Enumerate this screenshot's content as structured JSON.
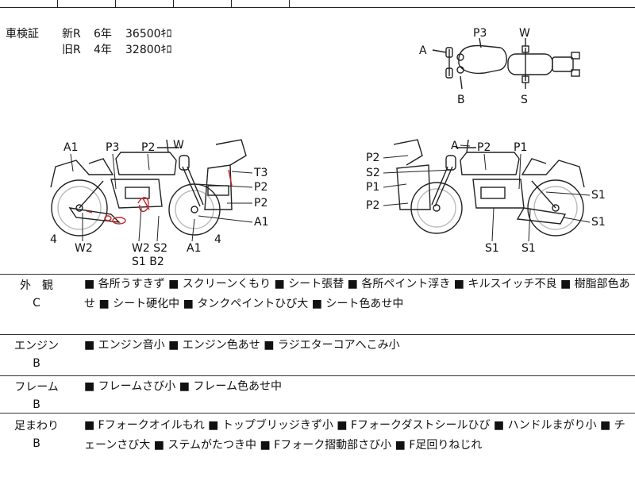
{
  "registration": {
    "label": "車検証",
    "new_tag": "新R",
    "new_years": "6年",
    "new_km": "36500ｷﾛ",
    "old_tag": "旧R",
    "old_years": "4年",
    "old_km": "32800ｷﾛ"
  },
  "diagram": {
    "top_view": {
      "a": "A",
      "p3": "P3",
      "w": "W",
      "b": "B",
      "s": "S"
    },
    "left_view": {
      "a1": "A1",
      "p3": "P3",
      "p2": "P2",
      "w": "W",
      "t3": "T3",
      "p2b": "P2",
      "p2c": "P2",
      "a1b": "A1",
      "n4l": "4",
      "n4r": "4",
      "w2": "W2",
      "w2s2": "W2 S2",
      "s1b2": "S1 B2",
      "a1c": "A1"
    },
    "right_view": {
      "a": "A",
      "p2": "P2",
      "p1": "P1",
      "p2l": "P2",
      "s2l": "S2",
      "p1l": "P1",
      "p2l2": "P2",
      "s1a": "S1",
      "s1b": "S1",
      "s1c": "S1",
      "s1d": "S1"
    }
  },
  "sections": [
    {
      "name": "外　観",
      "grade": "C",
      "text": "■ 各所うすきず ■ スクリーンくもり ■ シート張替 ■ 各所ペイント浮き ■ キルスイッチ不良 ■ 樹脂部色あせ ■ シート硬化中 ■ タンクペイントひび大 ■ シート色あせ中"
    },
    {
      "name": "エンジン",
      "grade": "B",
      "text": "■ エンジン音小 ■ エンジン色あせ ■ ラジエターコアへこみ小"
    },
    {
      "name": "フレーム",
      "grade": "B",
      "text": "■ フレームさび小 ■ フレーム色あせ中"
    },
    {
      "name": "足まわり",
      "grade": "B",
      "text": "■ Fフォークオイルもれ ■ トップブリッジきず小 ■ Fフォークダストシールひび ■ ハンドルまがり小 ■ チェーンさび大 ■ ステムがたつき中 ■ Fフォーク摺動部さび小 ■ F足回りねじれ"
    }
  ]
}
